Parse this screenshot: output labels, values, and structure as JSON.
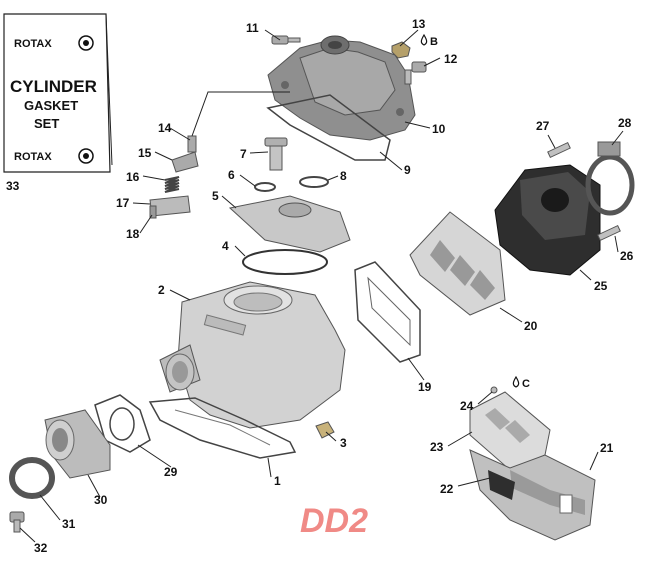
{
  "kit_sign": {
    "brand_top": "ROTAX",
    "title_line1": "CYLINDER",
    "title_line2": "GASKET",
    "title_line3": "SET",
    "brand_bottom": "ROTAX",
    "logo_icon": "rotax-emblem-icon"
  },
  "callouts": [
    "1",
    "2",
    "3",
    "4",
    "5",
    "6",
    "7",
    "8",
    "9",
    "10",
    "11",
    "12",
    "13",
    "14",
    "15",
    "16",
    "17",
    "18",
    "19",
    "20",
    "21",
    "22",
    "23",
    "24",
    "25",
    "26",
    "27",
    "28",
    "29",
    "30",
    "31",
    "32",
    "33"
  ],
  "notes": {
    "b": "B",
    "c": "C",
    "drop_icon": "droplet-icon"
  },
  "watermark": "DD2",
  "colors": {
    "part_fill": "#c9c9c9",
    "part_dark": "#3a3a3a",
    "watermark": "#f08a86"
  }
}
